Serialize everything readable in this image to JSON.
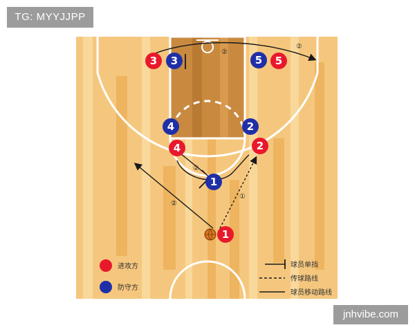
{
  "watermarks": {
    "top": "TG: MYYJJPP",
    "bottom": "jnhvibe.com"
  },
  "colors": {
    "court_base": "#f5c77e",
    "court_stripe_light": "#f9d89b",
    "court_stripe_dark": "#eeb45f",
    "paint": "#c98a40",
    "offense": "#e8192c",
    "defense": "#1f2fa8",
    "court_lines": "#ffffff",
    "arrows": "#1a1a1a"
  },
  "offense_players": [
    {
      "id": "offense-1",
      "label": "1"
    },
    {
      "id": "offense-2",
      "label": "2"
    },
    {
      "id": "offense-3",
      "label": "3"
    },
    {
      "id": "offense-4",
      "label": "4"
    },
    {
      "id": "offense-5",
      "label": "5"
    }
  ],
  "defense_players": [
    {
      "id": "defense-1",
      "label": "1"
    },
    {
      "id": "defense-2",
      "label": "2"
    },
    {
      "id": "defense-3",
      "label": "3"
    },
    {
      "id": "defense-4",
      "label": "4"
    },
    {
      "id": "defense-5",
      "label": "5"
    }
  ],
  "step_labels": {
    "pass": "①",
    "cut_left": "②",
    "screen": "②",
    "top_path": "②",
    "top_path_end": "②"
  },
  "legend": {
    "offense": "进攻方",
    "defense": "防守方",
    "screen": "球员单挡",
    "pass_route": "传球路线",
    "move_route": "球员移动路线"
  },
  "ball_icon": "basketball-icon"
}
